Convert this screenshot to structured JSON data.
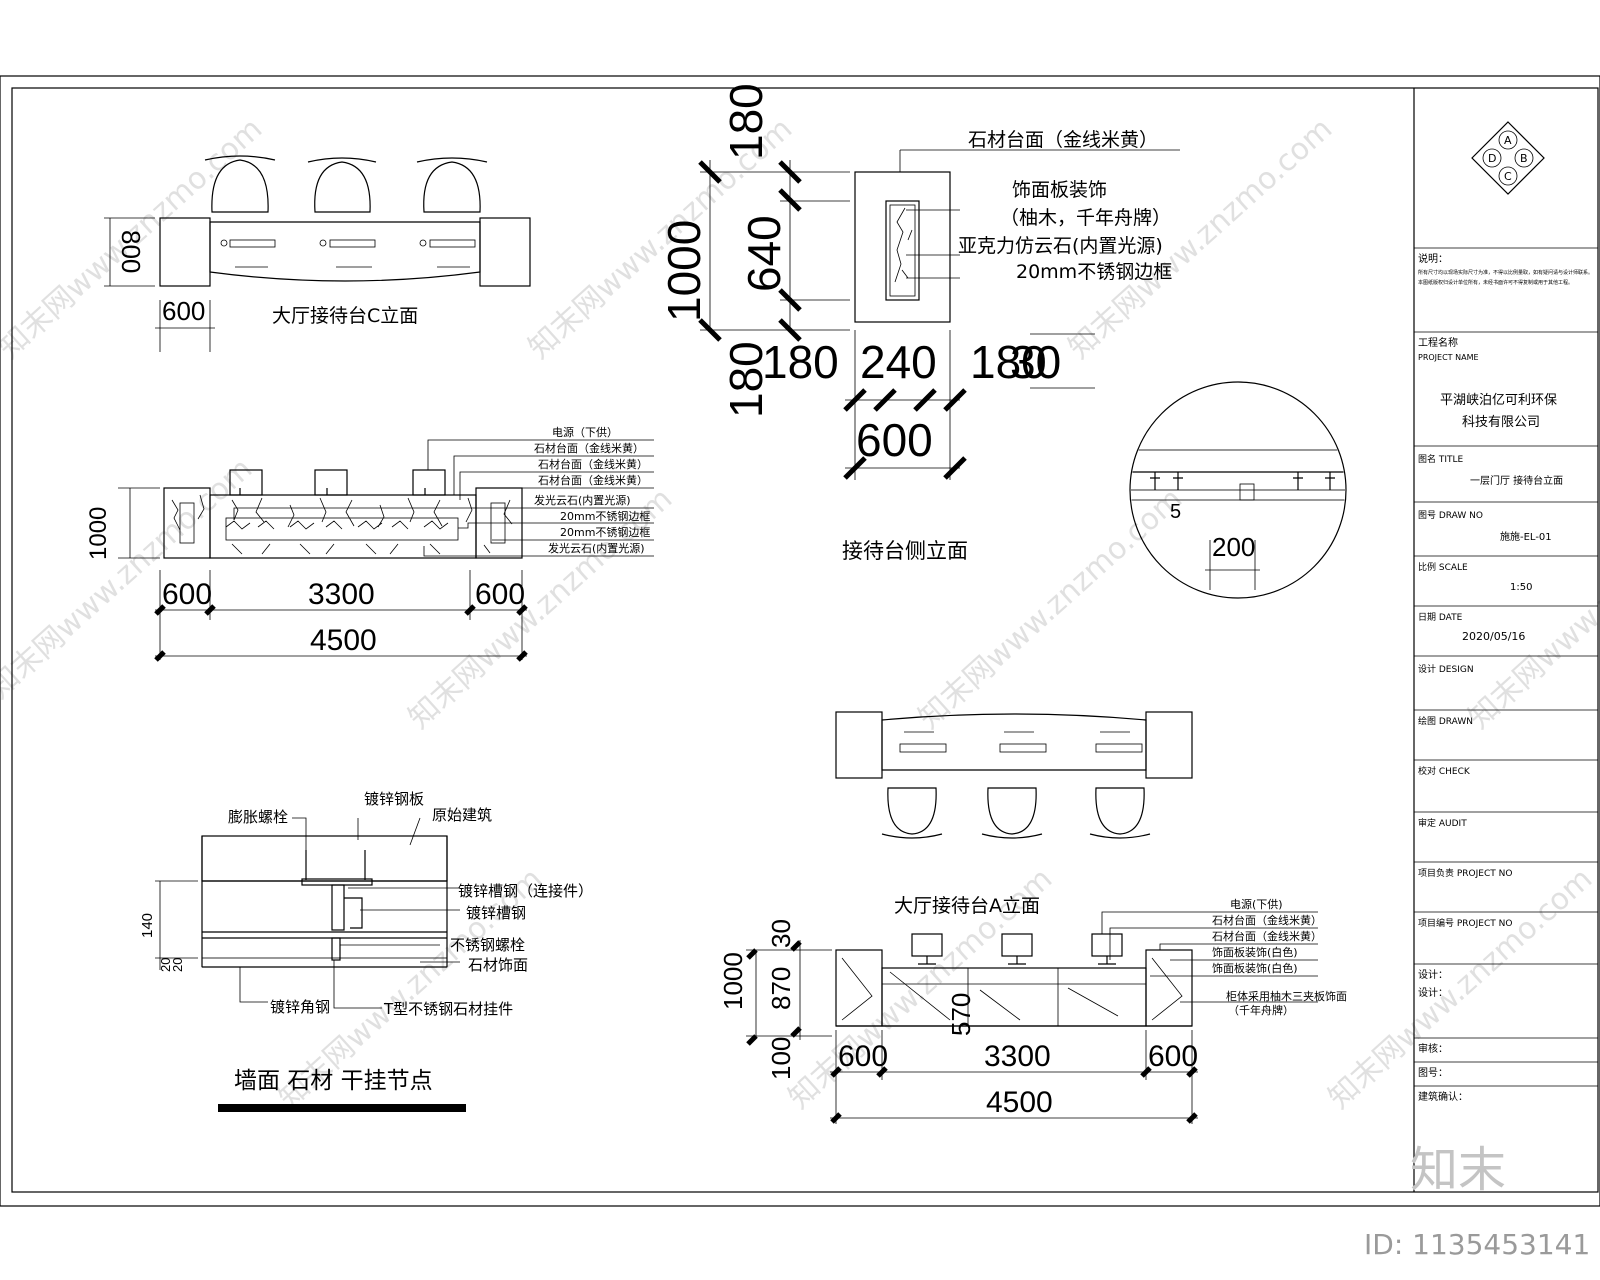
{
  "elev_c": {
    "title": "大厅接待台C立面",
    "dim_h": "800",
    "dim_w": "600"
  },
  "elev_b": {
    "dim_h": "1000",
    "dims": [
      "600",
      "3300",
      "600"
    ],
    "total": "4500",
    "notes": [
      "电源（下供）",
      "石材台面（金线米黄）",
      "石材台面（金线米黄）",
      "石材台面（金线米黄）",
      "发光云石(内置光源)",
      "20mm不锈钢边框",
      "20mm不锈钢边框",
      "发光云石(内置光源)"
    ]
  },
  "side": {
    "title": "接待台侧立面",
    "labels": [
      "石材台面（金线米黄）",
      "饰面板装饰",
      "（柚木，千年舟牌）",
      "亚克力仿云石(内置光源)",
      "20mm不锈钢边框"
    ],
    "dims_v": [
      "1000",
      "640",
      "180",
      "180"
    ],
    "dims_h": [
      "180",
      "240",
      "180",
      "30"
    ],
    "total": "600"
  },
  "detail_circle": {
    "dim": "200",
    "small": "5"
  },
  "node": {
    "title": "墙面 石材 干挂节点",
    "labels": [
      "膨胀螺栓",
      "镀锌钢板",
      "原始建筑",
      "镀锌槽钢（连接件）",
      "镀锌槽钢",
      "不锈钢螺栓",
      "石材饰面",
      "镀锌角钢",
      "T型不锈钢石材挂件"
    ],
    "dims": [
      "140",
      "20",
      "20"
    ]
  },
  "elev_a": {
    "title": "大厅接待台A立面",
    "dims_v": [
      "1000",
      "30",
      "870",
      "100",
      "570"
    ],
    "dims": [
      "600",
      "3300",
      "600"
    ],
    "total": "4500",
    "notes": [
      "电源(下供)",
      "石材台面（金线米黄）",
      "石材台面（金线米黄）",
      "饰面板装饰(白色)",
      "饰面板装饰(白色)",
      "柜体采用柚木三夹板饰面",
      "（千年舟牌）"
    ]
  },
  "title_block": {
    "logo_letters": [
      "A",
      "D",
      "B",
      "C"
    ],
    "notes_label": "说明：",
    "note_lines": [
      "所有尺寸均以现场实际尺寸为准，不得以比例量取，如有疑问请与设计师联系。",
      "本图纸版权归设计单位所有，未经书面许可不得复制或用于其他工程。"
    ],
    "project_label": "工程名称",
    "project_label_en": "PROJECT NAME",
    "company": [
      "平湖峡泊亿可利环保",
      "科技有限公司"
    ],
    "title_label": "图名 TITLE",
    "title_value": "一层门厅 接待台立面",
    "drawing_label": "图号 DRAW NO",
    "drawing_value": "施施-EL-01",
    "scale_label": "比例 SCALE",
    "scale_value": "1:50",
    "date_label": "日期 DATE",
    "date_value": "2020/05/16",
    "design_label": "设计 DESIGN",
    "drawn_label": "绘图 DRAWN",
    "check_label": "校对 CHECK",
    "audit_label": "审定 AUDIT",
    "project_no_label": "项目负责 PROJECT NO",
    "code_label": "项目编号 PROJECT NO",
    "sig1": "设计：",
    "sig2": "设计：",
    "sig3": "审核：",
    "sig4": "图号：",
    "sig5": "建筑确认："
  },
  "brand": {
    "logo": "知末",
    "id": "ID: 1135453141",
    "watermark": "知末网www.znzmo.com"
  }
}
